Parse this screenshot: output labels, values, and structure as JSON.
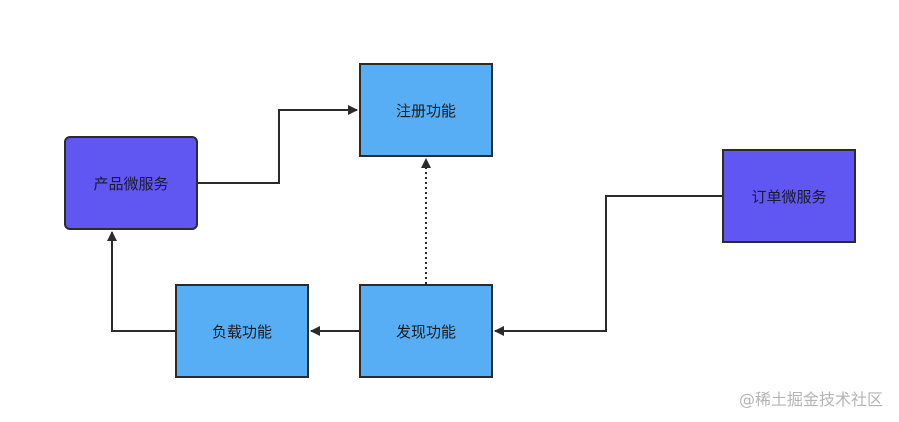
{
  "nodes": {
    "product_service": "产品微服务",
    "register": "注册功能",
    "order_service": "订单微服务",
    "load": "负载功能",
    "discover": "发现功能"
  },
  "watermark": "@稀土掘金技术社区",
  "colors": {
    "function_box": "#57aef5",
    "service_box": "#6057f2",
    "line": "#2b2b2b"
  }
}
